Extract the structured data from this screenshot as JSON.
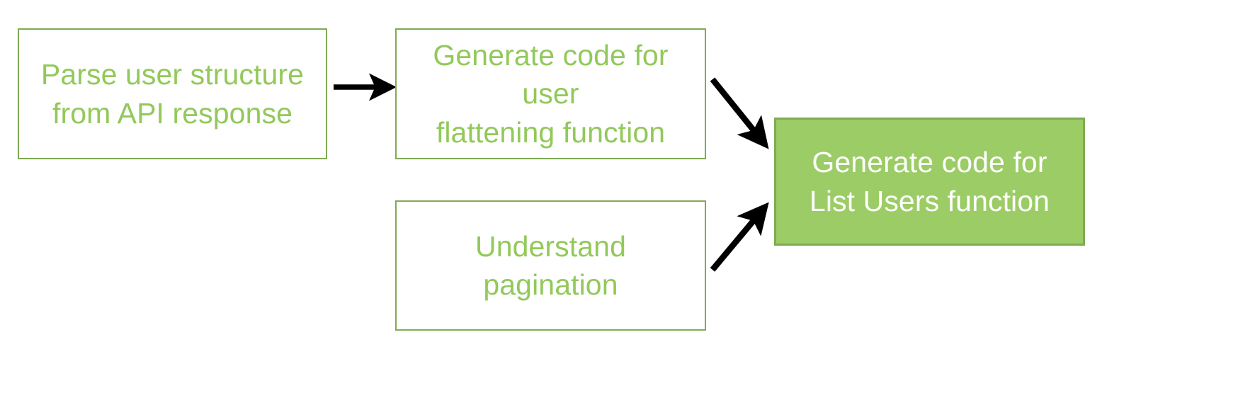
{
  "diagram": {
    "type": "flowchart",
    "background": "#ffffff",
    "palette": {
      "node_outline_border": "#7FAB52",
      "node_outline_text": "#92C95A",
      "node_filled_background": "#9CCC65",
      "node_filled_text": "#ffffff",
      "arrow": "#000000"
    },
    "nodes": [
      {
        "id": "parse_user_structure",
        "label": "Parse user structure\nfrom API response",
        "style": "outline"
      },
      {
        "id": "generate_flattening_function",
        "label": "Generate code for user\nflattening function",
        "style": "outline"
      },
      {
        "id": "understand_pagination",
        "label": "Understand\npagination",
        "style": "outline"
      },
      {
        "id": "generate_list_users_function",
        "label": "Generate code for\nList Users function",
        "style": "filled"
      }
    ],
    "edges": [
      {
        "id": "edge-parse-to-flatten",
        "from": "parse_user_structure",
        "to": "generate_flattening_function",
        "direction": "right",
        "arrowhead": "end"
      },
      {
        "id": "edge-flatten-to-listusers",
        "from": "generate_flattening_function",
        "to": "generate_list_users_function",
        "direction": "down-right",
        "arrowhead": "end"
      },
      {
        "id": "edge-pagination-to-listusers",
        "from": "understand_pagination",
        "to": "generate_list_users_function",
        "direction": "up-right",
        "arrowhead": "end"
      }
    ]
  }
}
